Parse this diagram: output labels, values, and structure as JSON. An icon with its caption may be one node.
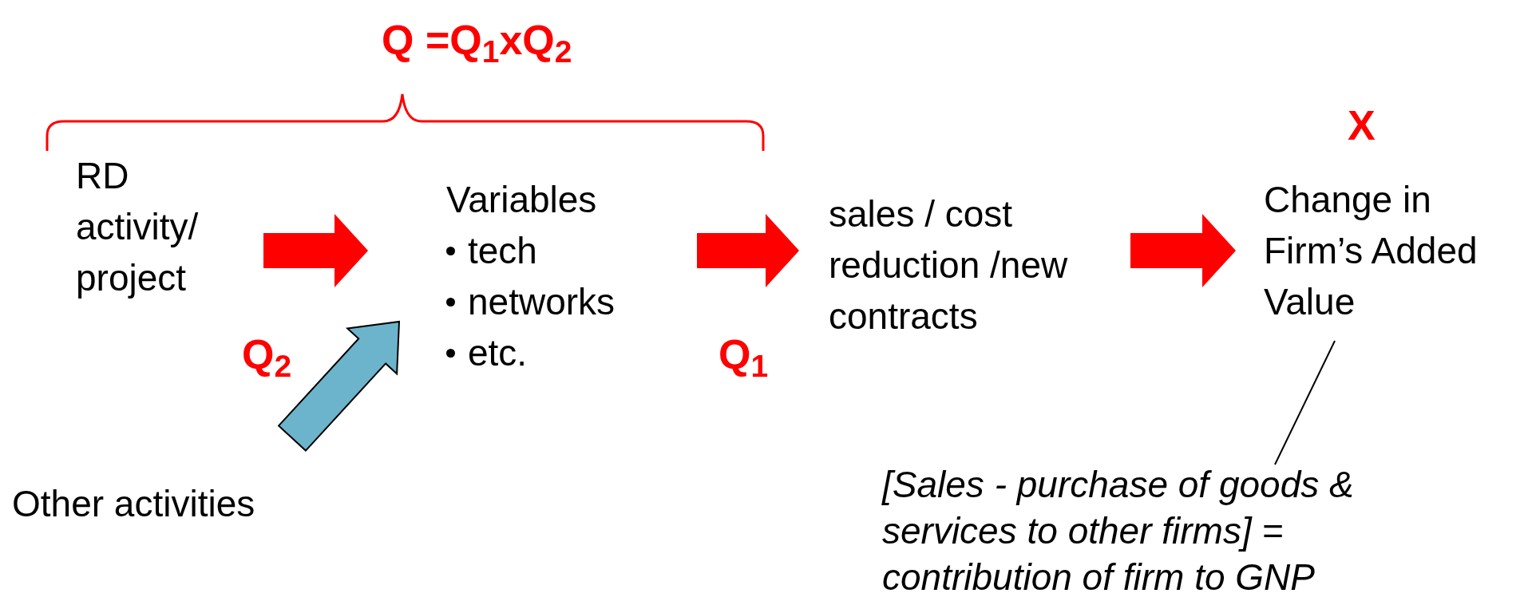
{
  "diagram": {
    "title": "Q =Q$_{1}$xQ$_{2}$",
    "nodes": [
      {
        "text": [
          "RD activity/ project"
        ]
      },
      {
        "text": [
          "Variables",
          "tech",
          "networks",
          "etc."
        ]
      },
      {
        "text": [
          "sales / cost reduction /new contracts"
        ]
      },
      {
        "text": [
          "Change in Firm’s Added Value"
        ]
      },
      {
        "text": [
          "[Sales - purchase of goods & services to other firms] = contribution of firm to GNP"
        ]
      },
      {
        "text": [
          "Other activities"
        ]
      }
    ],
    "edges": [
      {
        "from": 0,
        "to": 1,
        "arrow": "to",
        "style": "thick"
      },
      {
        "from": 1,
        "to": 2,
        "arrow": "to",
        "style": "thick"
      },
      {
        "from": 2,
        "to": 3,
        "arrow": "to",
        "style": "thick"
      },
      {
        "from": 5,
        "to": 1,
        "arrow": "to",
        "style": "thick",
        "color": "#6cb4cc"
      },
      {
        "from": 4,
        "to": 3,
        "arrow": "none"
      }
    ],
    "labels": [
      "Q$_{2}$",
      "Q$_{1}$",
      "X"
    ]
  }
}
